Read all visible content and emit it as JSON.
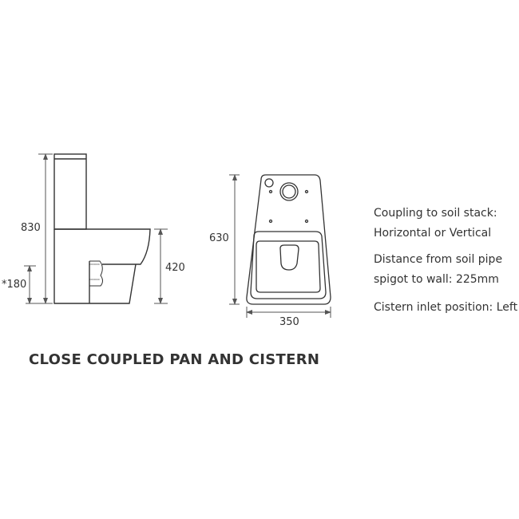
{
  "diagram": {
    "title": "CLOSE COUPLED PAN AND CISTERN",
    "side_view": {
      "dimensions": {
        "total_height": "830",
        "pan_height": "420",
        "outlet_height": "*180"
      }
    },
    "top_view": {
      "dimensions": {
        "depth": "630",
        "width": "350"
      }
    },
    "specs": [
      {
        "line1": "Coupling to soil stack:",
        "line2": "Horizontal or Vertical"
      },
      {
        "line1": "Distance from soil pipe",
        "line2": "spigot to wall: 225mm"
      },
      {
        "line1": "Cistern inlet position: Left"
      }
    ],
    "colors": {
      "line": "#333333",
      "dim_line": "#555555",
      "text": "#333333",
      "background": "#ffffff"
    }
  }
}
